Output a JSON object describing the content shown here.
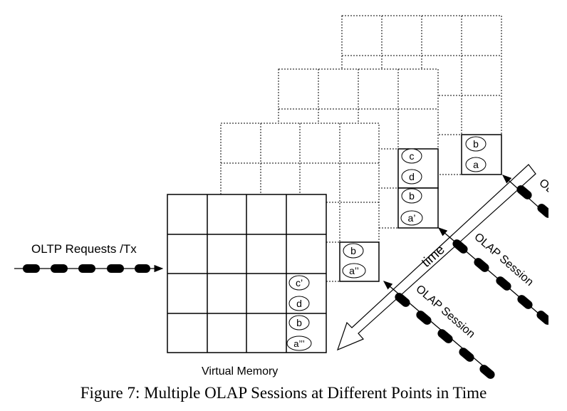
{
  "oltp_label": "OLTP Requests /Tx",
  "virtual_memory_label": "Virtual Memory",
  "caption": "Figure 7: Multiple OLAP Sessions at Different Points in Time",
  "time_label": "time",
  "sessions": [
    {
      "label": "OLAP Session"
    },
    {
      "label": "OLAP Session"
    },
    {
      "label": "OL"
    }
  ],
  "snapshots": [
    {
      "pages": [
        "b",
        "a’’"
      ]
    },
    {
      "pages": [
        "c",
        "d",
        "b",
        "a’"
      ]
    },
    {
      "pages": [
        "b",
        "a"
      ]
    }
  ],
  "current_pages": [
    "c’",
    "d",
    "b",
    "a’’’"
  ]
}
